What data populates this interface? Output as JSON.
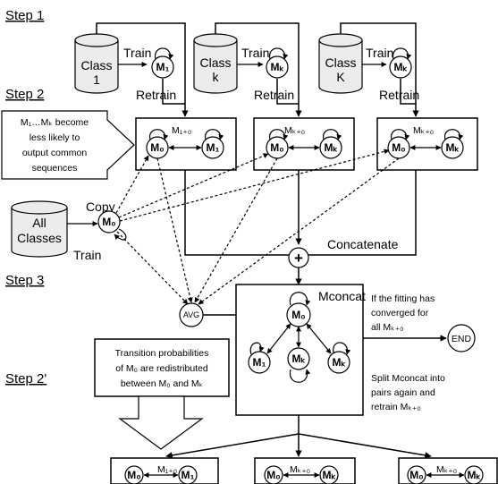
{
  "steps": {
    "step1": "Step 1",
    "step2": "Step 2",
    "step3": "Step 3",
    "step2p": "Step 2'"
  },
  "databases": {
    "class1": [
      "Class",
      "1"
    ],
    "classk": [
      "Class",
      "k"
    ],
    "classK": [
      "Class",
      "K"
    ],
    "all": [
      "All",
      "Classes"
    ]
  },
  "labels": {
    "train": "Train",
    "retrain": "Retrain",
    "copy": "Copy",
    "concatenate": "Concatenate",
    "plus": "+",
    "avg": "AVG",
    "end": "END"
  },
  "models": {
    "m0": "M₀",
    "m1": "M₁",
    "mk": "Mₖ",
    "mK": "Mₖ",
    "m1_0": "M₁₊₀",
    "mk_0": "Mₖ₊₀",
    "mK_0": "Mₖ₊₀",
    "mconcat": "Mconcat"
  },
  "notes": {
    "less_likely": [
      "M₁…Mₖ become",
      "less likely to",
      "output common",
      "sequences"
    ],
    "converged": [
      "If the fitting has",
      "converged for",
      "all Mₖ₊₀"
    ],
    "split": [
      "Split Mconcat into",
      "pairs again and",
      "retrain Mₖ₊₀"
    ],
    "transition": [
      "Transition probabilities",
      "of M₀ are redistributed",
      "between M₀ and Mₖ"
    ]
  }
}
